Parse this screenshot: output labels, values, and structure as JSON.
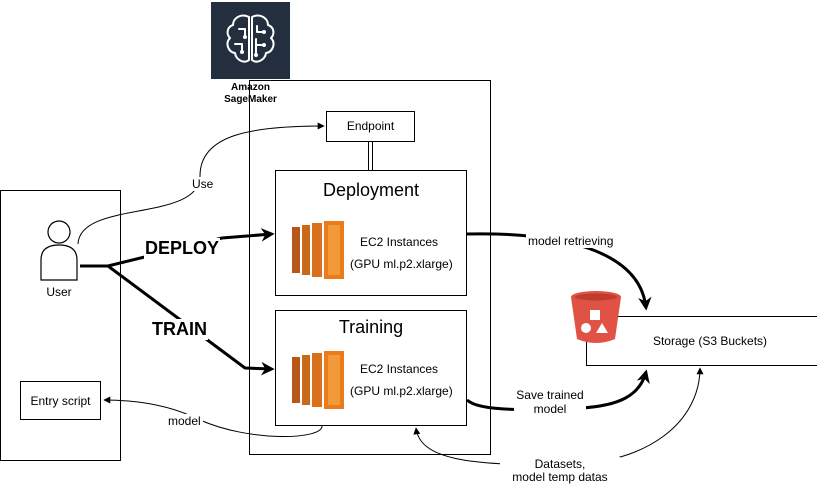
{
  "sagemaker": {
    "title_line1": "Amazon",
    "title_line2": "SageMaker",
    "icon": "sagemaker-brain-icon",
    "icon_bg": "#232f3e"
  },
  "user": {
    "label": "User",
    "icon": "user-icon"
  },
  "entry_script": {
    "label": "Entry script"
  },
  "endpoint": {
    "label": "Endpoint"
  },
  "deployment": {
    "title": "Deployment",
    "ec2_line1": "EC2 Instances",
    "ec2_line2": "(GPU ml.p2.xlarge)",
    "icon": "ec2-instances-icon"
  },
  "training": {
    "title": "Training",
    "ec2_line1": "EC2 Instances",
    "ec2_line2": "(GPU ml.p2.xlarge)",
    "icon": "ec2-instances-icon"
  },
  "storage": {
    "label": "Storage (S3 Buckets)",
    "icon": "s3-bucket-icon",
    "color": "#e05243"
  },
  "edges": {
    "use": "Use",
    "deploy": "DEPLOY",
    "train": "TRAIN",
    "model": "model",
    "model_retrieving": "model retrieving",
    "save_trained_line1": "Save trained",
    "save_trained_line2": "model",
    "datasets_line1": "Datasets,",
    "datasets_line2": "model temp datas"
  },
  "colors": {
    "ec2_orange": "#ec7b1c",
    "ec2_dark": "#b7581a"
  }
}
